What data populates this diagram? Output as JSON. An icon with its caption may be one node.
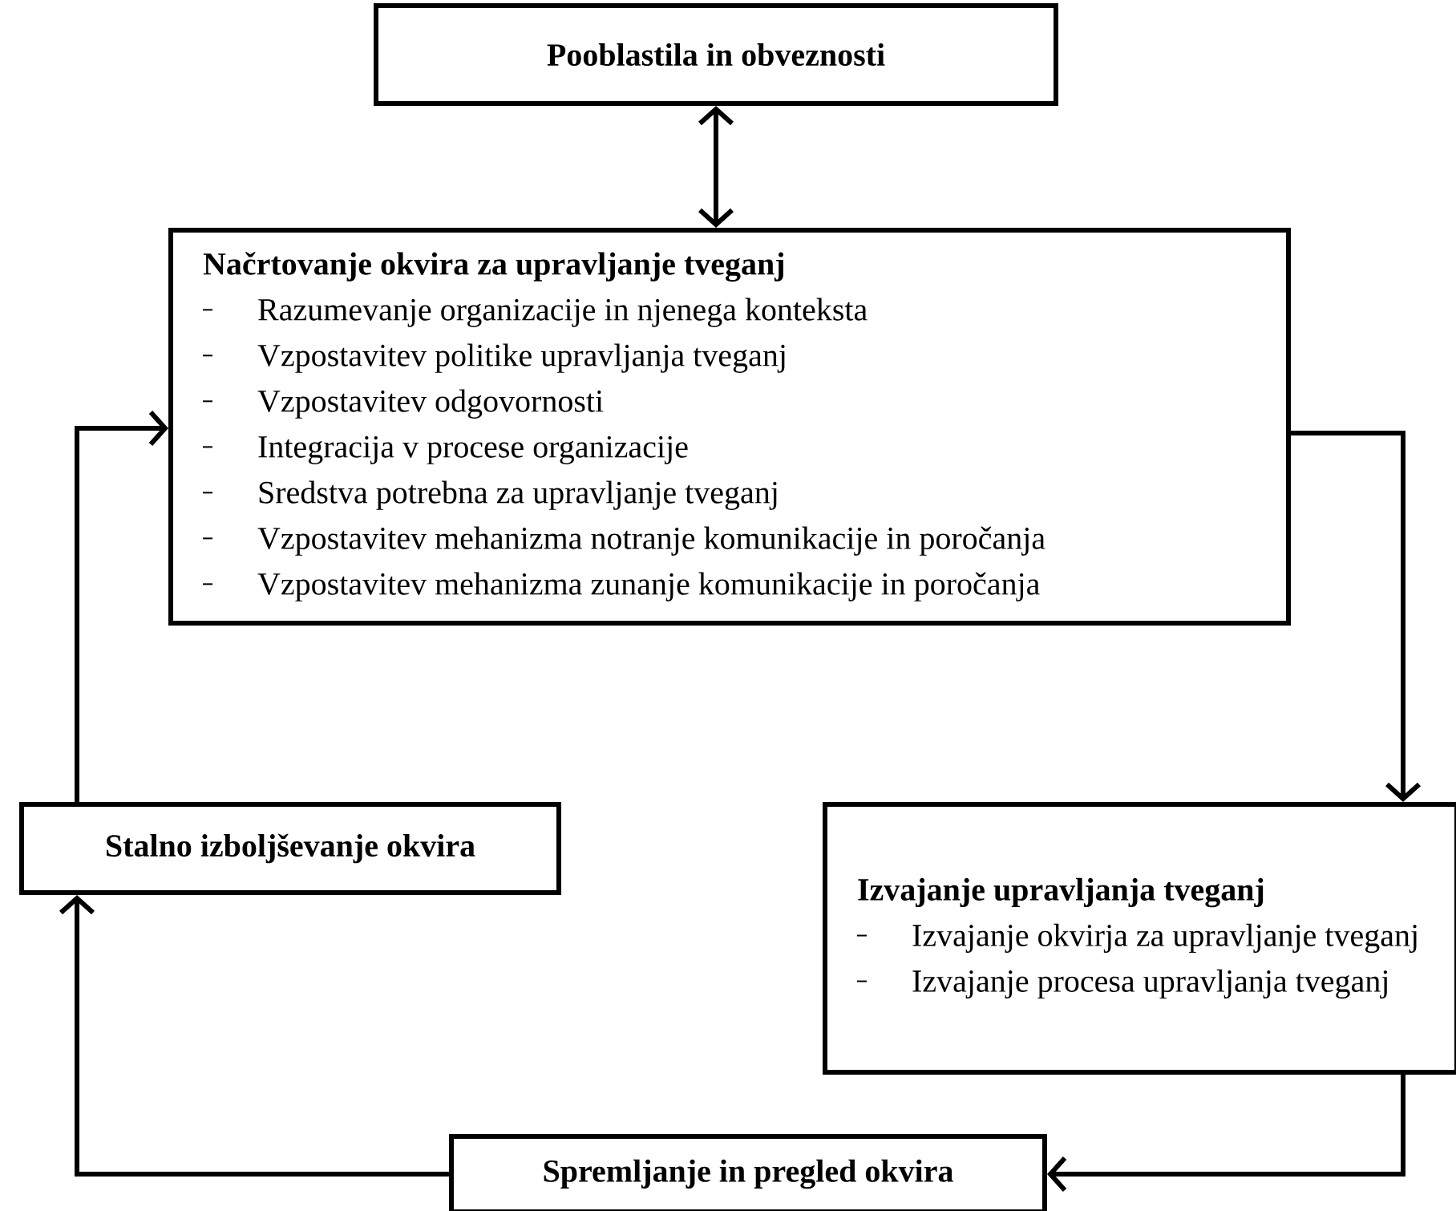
{
  "diagram": {
    "nodes": [
      {
        "text": [
          "Pooblastila in obveznosti"
        ]
      },
      {
        "text": [
          "Načrtovanje okvira za upravljanje tveganj",
          "Razumevanje organizacije in njenega konteksta",
          "Vzpostavitev politike upravljanja tveganj",
          "Vzpostavitev odgovornosti",
          "Integracija v procese organizacije",
          "Sredstva potrebna za upravljanje tveganj",
          "Vzpostavitev mehanizma notranje komunikacije in poročanja",
          "Vzpostavitev mehanizma zunanje komunikacije in poročanja"
        ]
      },
      {
        "text": [
          "Stalno izboljševanje okvira"
        ]
      },
      {
        "text": [
          "Izvajanje upravljanja tveganj",
          "Izvajanje okvirja za upravljanje tveganj",
          "Izvajanje procesa upravljanja tveganj"
        ]
      },
      {
        "text": [
          "Spremljanje in pregled okvira"
        ]
      }
    ],
    "edges": [
      {
        "from": 0,
        "to": 1,
        "arrow": "both"
      },
      {
        "from": 1,
        "to": 3,
        "arrow": "to"
      },
      {
        "from": 3,
        "to": 4,
        "arrow": "to"
      },
      {
        "from": 4,
        "to": 2,
        "arrow": "to"
      },
      {
        "from": 2,
        "to": 1,
        "arrow": "to"
      }
    ]
  }
}
